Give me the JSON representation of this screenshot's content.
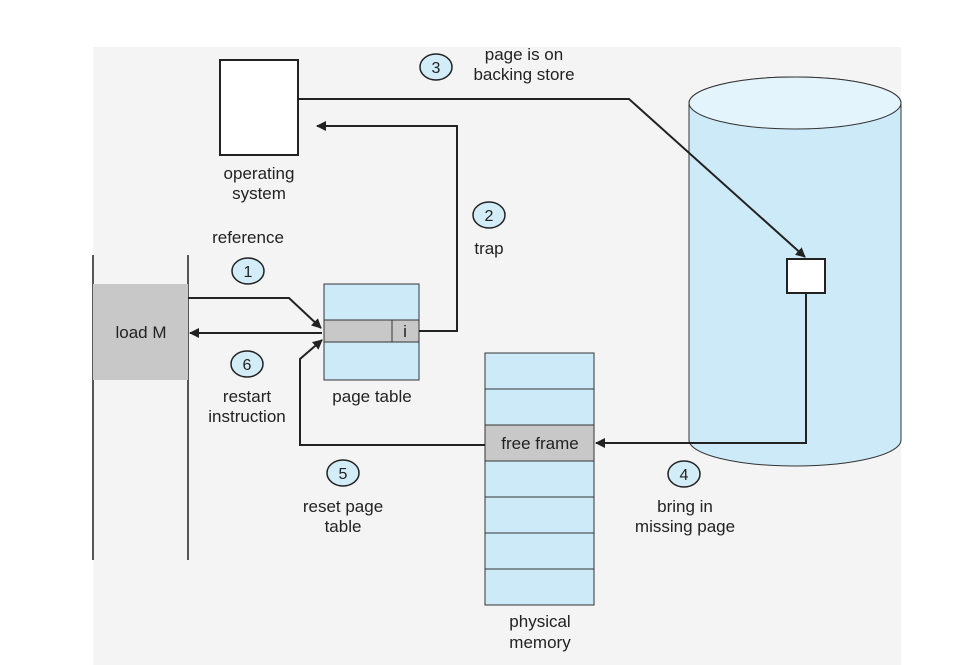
{
  "colors": {
    "panel": "#f4f4f4",
    "light_blue": "#cdeaf8",
    "disk_top": "#e4f4fc",
    "gray_cell": "#c8c8c8",
    "circle_fill": "#d2ecf8",
    "line": "#222222"
  },
  "labels": {
    "operating_system": [
      "operating",
      "system"
    ],
    "reference": "reference",
    "trap": "trap",
    "backing_store": [
      "page is on",
      "backing store"
    ],
    "load_m": "load M",
    "restart_instruction": [
      "restart",
      "instruction"
    ],
    "page_table": "page table",
    "invalid_bit": "i",
    "free_frame": "free frame",
    "reset_page_table": [
      "reset page",
      "table"
    ],
    "bring_in_missing_page": [
      "bring in",
      "missing page"
    ],
    "physical_memory": [
      "physical",
      "memory"
    ]
  },
  "steps": [
    "1",
    "2",
    "3",
    "4",
    "5",
    "6"
  ]
}
